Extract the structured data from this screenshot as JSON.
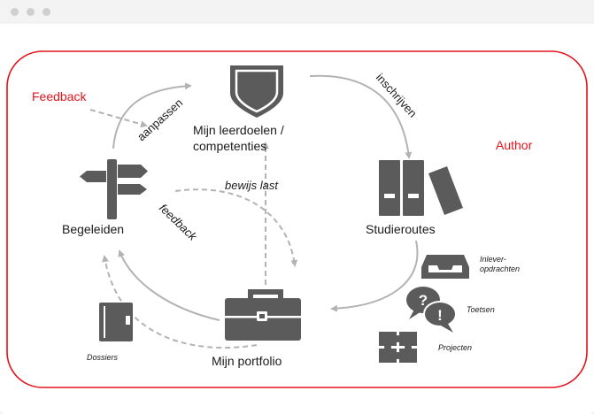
{
  "window": {
    "controls": [
      "close-dot",
      "minimize-dot",
      "maximize-dot"
    ]
  },
  "diagram": {
    "feedback_label": "Feedback",
    "author_label": "Author",
    "leerdoelen_line1": "Mijn leerdoelen /",
    "leerdoelen_line2": "competenties",
    "inschrijven": "inschrijven",
    "aanpassen": "aanpassen",
    "bewijs_last": "bewijs last",
    "feedback_arrow": "feedback",
    "begeleiden": "Begeleiden",
    "studieroutes": "Studieroutes",
    "portfolio": "Mijn portfolio",
    "dossiers": "Dossiers",
    "inlever_line1": "Inlever-",
    "inlever_line2": "opdrachten",
    "toetsen": "Toetsen",
    "projecten": "Projecten"
  },
  "colors": {
    "accent_red": "#e3121b",
    "icon_gray": "#5b5b5b",
    "arrow_gray": "#b3b3b3",
    "text": "#1a1a1a"
  },
  "icons": [
    "shield-icon",
    "signpost-icon",
    "binders-icon",
    "briefcase-icon",
    "book-icon",
    "inbox-tray-icon",
    "question-bubbles-icon",
    "puzzle-icon"
  ]
}
